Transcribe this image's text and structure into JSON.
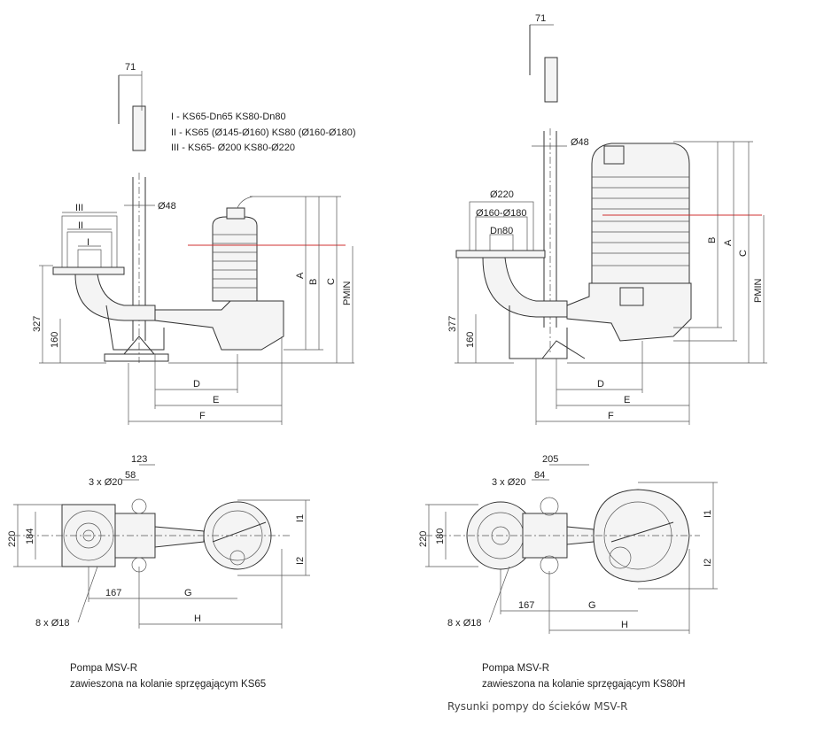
{
  "left": {
    "dim_71": "71",
    "legend": [
      "I -   KS65-Dn65  KS80-Dn80",
      "II -  KS65 (Ø145-Ø160)  KS80 (Ø160-Ø180)",
      "III - KS65- Ø200  KS80-Ø220"
    ],
    "flange_labels": [
      "III",
      "II",
      "I"
    ],
    "pipe_dia": "Ø48",
    "dims_v": [
      "A",
      "B",
      "C",
      "PMIN"
    ],
    "h_327": "327",
    "h_160": "160",
    "dims_h": [
      "D",
      "E",
      "F"
    ],
    "plan": {
      "d123": "123",
      "holes": "3 x Ø20",
      "d58": "58",
      "d220": "220",
      "d184": "184",
      "l1": "I1",
      "l2": "I2",
      "d167": "167",
      "g": "G",
      "h": "H",
      "bolts": "8 x Ø18"
    },
    "caption": [
      "Pompa MSV-R",
      "zawieszona na kolanie sprzęgającym KS65"
    ]
  },
  "right": {
    "dim_71": "71",
    "pipe_dia": "Ø48",
    "flange_labels": [
      "Ø220",
      "Ø160-Ø180",
      "Dn80"
    ],
    "dims_v": [
      "B",
      "A",
      "C",
      "PMIN"
    ],
    "h_377": "377",
    "h_160": "160",
    "dims_h": [
      "D",
      "E",
      "F"
    ],
    "plan": {
      "d205": "205",
      "holes": "3 x Ø20",
      "d84": "84",
      "d220": "220",
      "d180": "180",
      "l1": "I1",
      "l2": "I2",
      "d167": "167",
      "g": "G",
      "h": "H",
      "bolts": "8 x Ø18"
    },
    "caption": [
      "Pompa MSV-R",
      "zawieszona na kolanie sprzęgającym KS80H"
    ]
  },
  "page_title": "Rysunki pompy do ścieków MSV-R"
}
